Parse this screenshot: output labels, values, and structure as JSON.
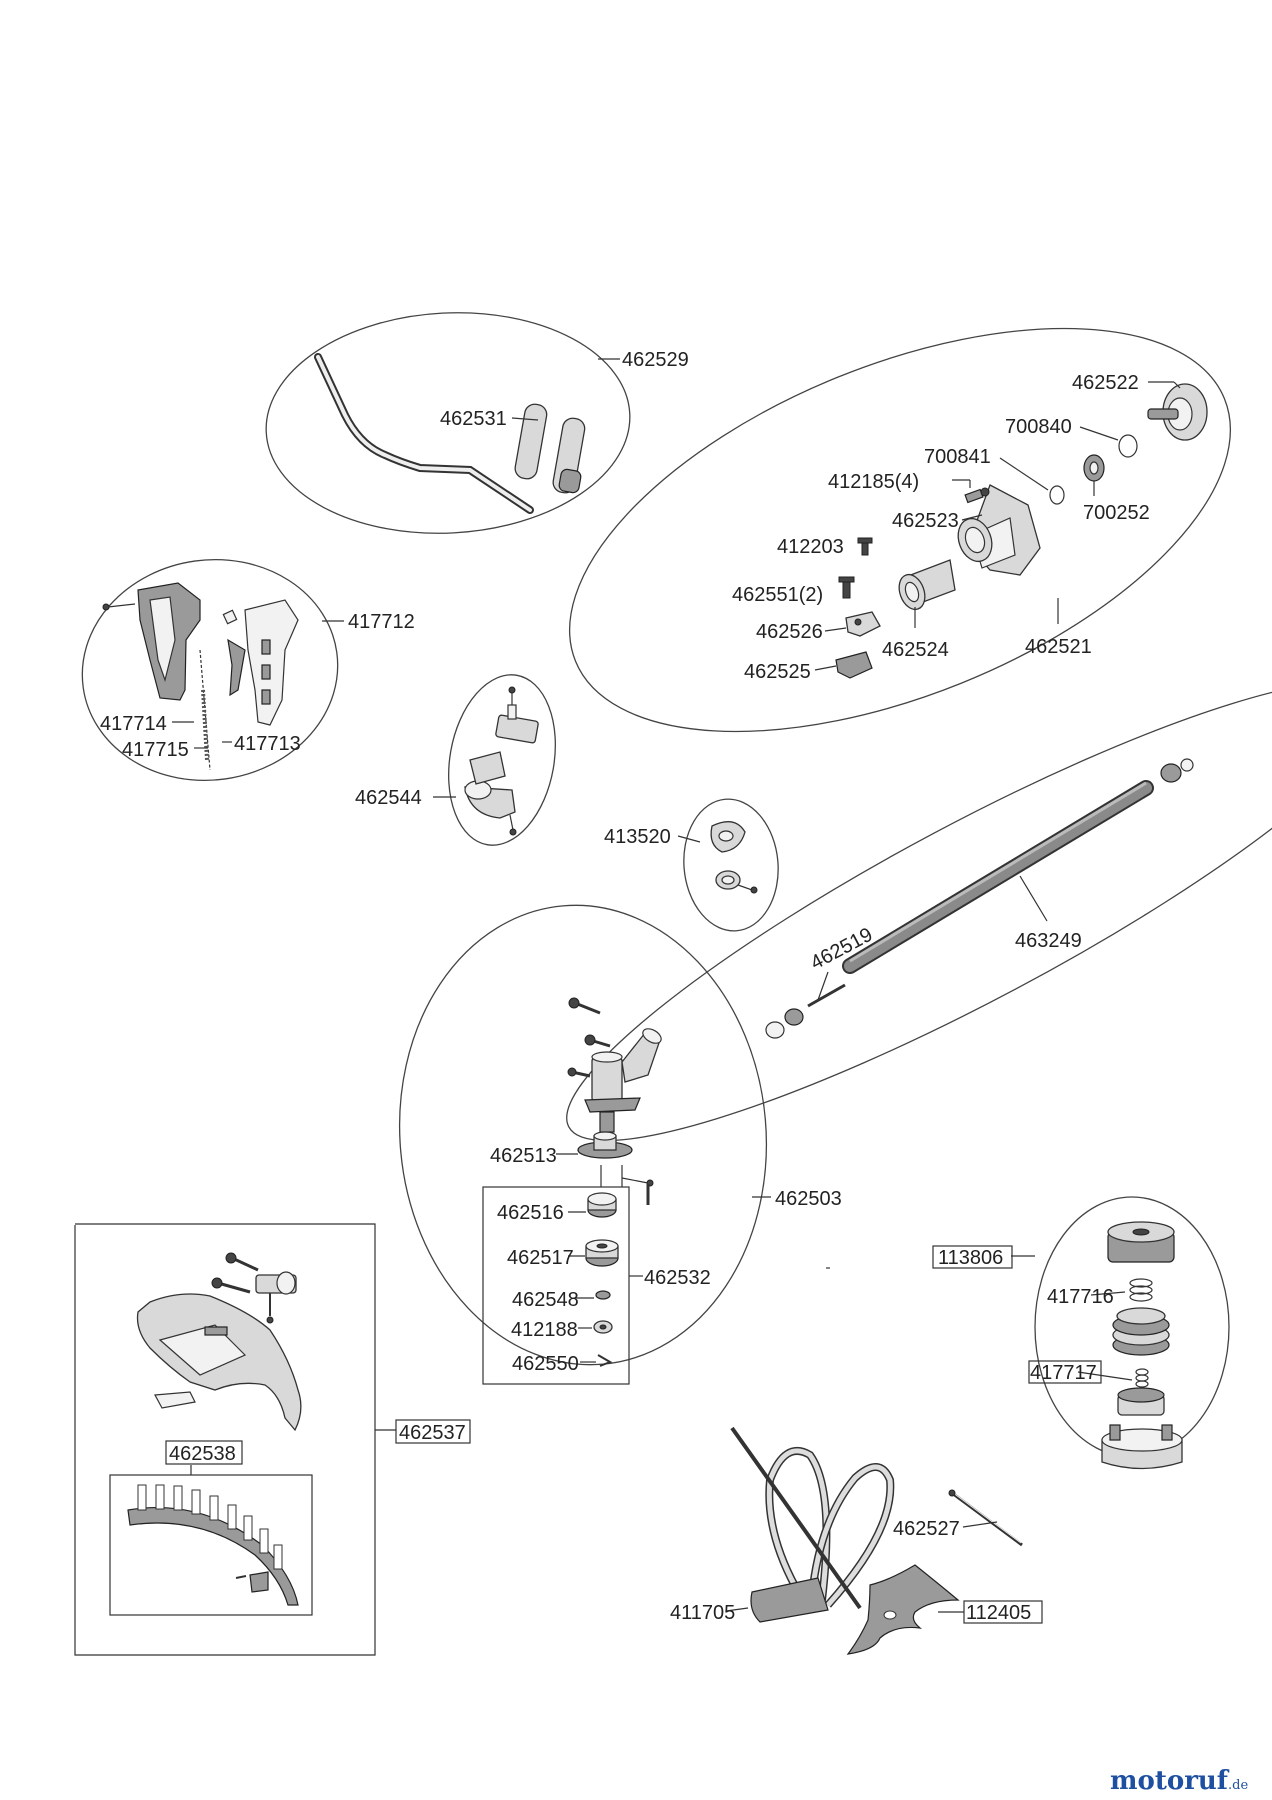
{
  "labels": {
    "p462529": "462529",
    "p462531": "462531",
    "p462522": "462522",
    "p700840": "700840",
    "p700841": "700841",
    "p412185": "412185(4)",
    "p462523": "462523",
    "p700252": "700252",
    "p412203": "412203",
    "p462551": "462551(2)",
    "p462526": "462526",
    "p462524": "462524",
    "p462525": "462525",
    "p462521": "462521",
    "p417712": "417712",
    "p417714": "417714",
    "p417715": "417715",
    "p417713": "417713",
    "p462544": "462544",
    "p413520": "413520",
    "p462519": "462519",
    "p463249": "463249",
    "p462513": "462513",
    "p462516": "462516",
    "p462503": "462503",
    "p462517": "462517",
    "p462532": "462532",
    "p462548": "462548",
    "p412188": "412188",
    "p462550": "462550",
    "p113806": "113806",
    "p417716": "417716",
    "p417717": "417717",
    "p462537": "462537",
    "p462538": "462538",
    "p411705": "411705",
    "p462527": "462527",
    "p112405": "112405"
  },
  "watermark": {
    "brand": "motoruf",
    "suffix": ".de"
  }
}
